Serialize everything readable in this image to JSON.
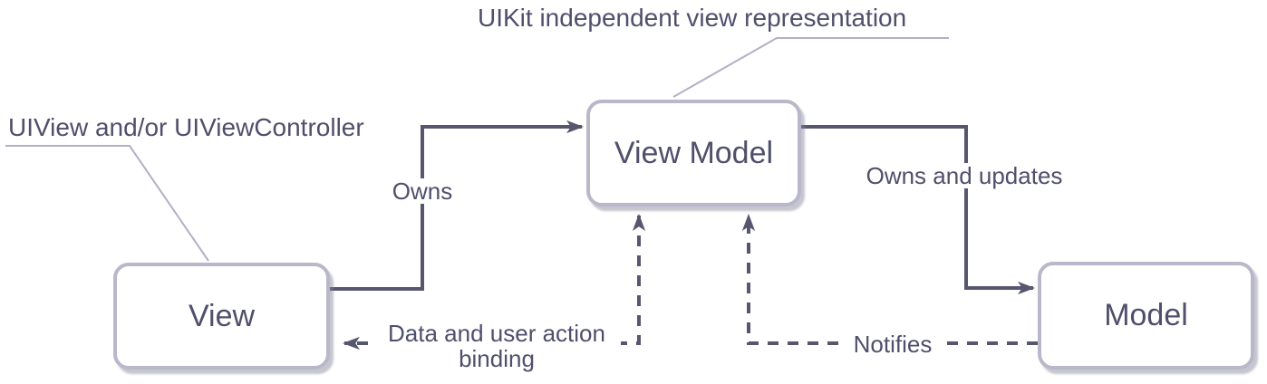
{
  "diagram": {
    "title_hint": "MVVM architecture diagram",
    "nodes": {
      "view": {
        "label": "View"
      },
      "view_model": {
        "label": "View Model"
      },
      "model": {
        "label": "Model"
      }
    },
    "edges": {
      "owns": {
        "label": "Owns",
        "style": "solid",
        "from": "View",
        "to": "View Model"
      },
      "owns_and_updates": {
        "label": "Owns and updates",
        "style": "solid",
        "from": "View Model",
        "to": "Model"
      },
      "binding": {
        "label": "Data and user action binding",
        "lines": [
          "Data and user action",
          "binding"
        ],
        "style": "dashed",
        "from": "View",
        "to": "View Model",
        "bidirectional": true
      },
      "notifies": {
        "label": "Notifies",
        "style": "dashed",
        "from": "Model",
        "to": "View Model"
      }
    },
    "callouts": {
      "view_model_note": "UIKit independent view representation",
      "view_note": "UIView and/or UIViewController"
    },
    "colors": {
      "background": "#ffffff",
      "line_dark": "#57566f",
      "box_border": "#b9b8ca",
      "text": "#504f6c",
      "callout_line": "#b2b0c5",
      "shadow": "rgba(128,128,148,0.45)"
    }
  }
}
